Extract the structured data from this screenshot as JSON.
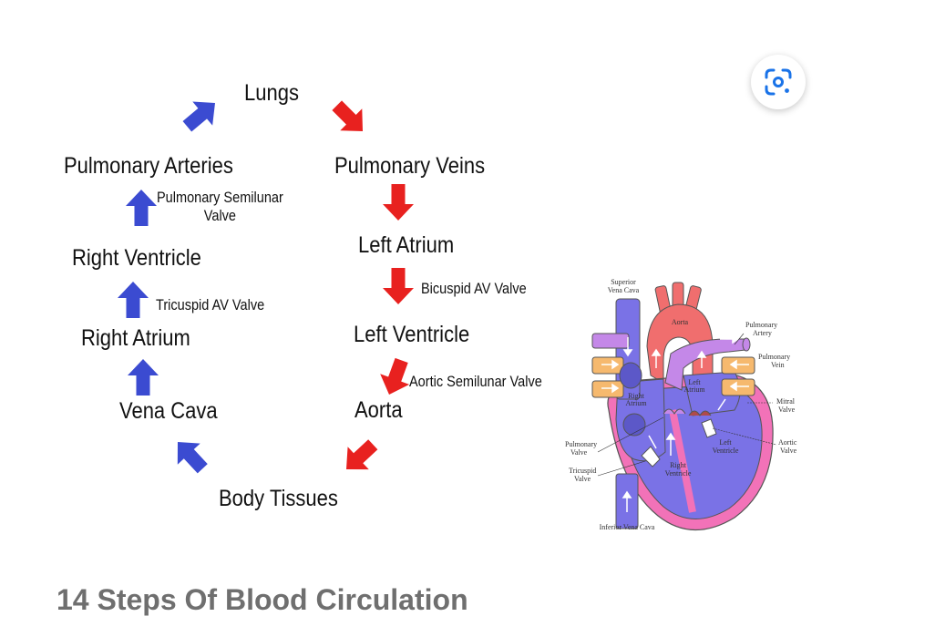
{
  "flow": {
    "lungs": "Lungs",
    "pulmonary_arteries": "Pulmonary Arteries",
    "pulmonary_veins": "Pulmonary Veins",
    "pulmonary_semilunar_valve_line1": "Pulmonary Semilunar",
    "pulmonary_semilunar_valve_line2": "Valve",
    "right_ventricle": "Right Ventricle",
    "left_atrium": "Left Atrium",
    "bicuspid_av_valve": "Bicuspid AV Valve",
    "tricuspid_av_valve": "Tricuspid AV Valve",
    "left_ventricle": "Left Ventricle",
    "right_atrium": "Right Atrium",
    "aortic_semilunar_valve": "Aortic Semilunar Valve",
    "vena_cava": "Vena Cava",
    "aorta": "Aorta",
    "body_tissues": "Body Tissues"
  },
  "heart_labels": {
    "superior_vena_cava_1": "Superior",
    "superior_vena_cava_2": "Vena Cava",
    "aorta": "Aorta",
    "pulmonary_artery_1": "Pulmonary",
    "pulmonary_artery_2": "Artery",
    "pulmonary_vein_1": "Pulmonary",
    "pulmonary_vein_2": "Vein",
    "left_atrium_1": "Left",
    "left_atrium_2": "Atrium",
    "right_atrium_1": "Right",
    "right_atrium_2": "Atrium",
    "mitral_valve_1": "Mitral",
    "mitral_valve_2": "Valve",
    "pulmonary_valve_1": "Pulmonary",
    "pulmonary_valve_2": "Valve",
    "aortic_valve_1": "Aortic",
    "aortic_valve_2": "Valve",
    "left_ventricle_1": "Left",
    "left_ventricle_2": "Ventricle",
    "right_ventricle_1": "Right",
    "right_ventricle_2": "Ventricle",
    "tricuspid_valve_1": "Tricuspid",
    "tricuspid_valve_2": "Valve",
    "inferior_vena_cava": "Inferior Vena Cava"
  },
  "colors": {
    "oxygen_poor": "#3b4bd1",
    "oxygen_rich": "#e8211f",
    "caption": "#6f6f6f"
  },
  "lens_button": {
    "icon": "lens-search-icon"
  },
  "caption": "14 Steps Of Blood Circulation"
}
